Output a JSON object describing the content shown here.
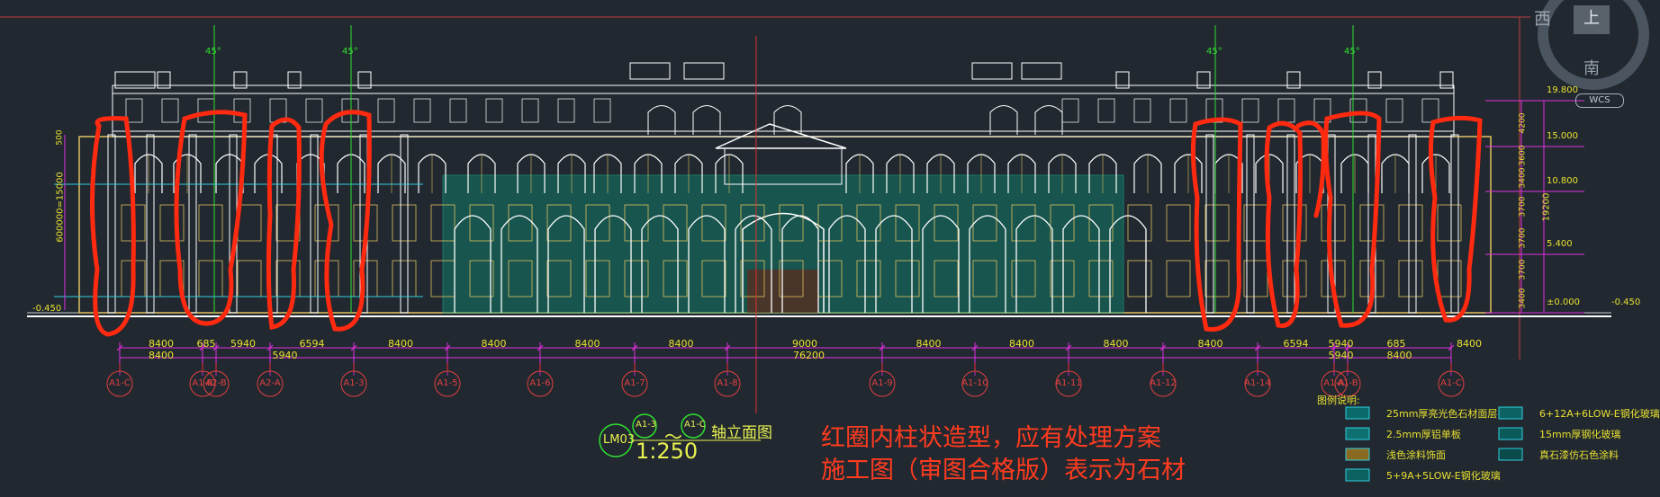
{
  "viewcube": {
    "west": "西",
    "top": "上",
    "south": "南",
    "wcs": "WCS"
  },
  "drawing_title": {
    "ref": "LM03",
    "from_axis": "A1-3",
    "tilde": "～",
    "to_axis": "A1-C",
    "suffix": "轴立面图",
    "scale": "1:250"
  },
  "annotation": {
    "line1": "红圈内柱状造型，应有处理方案",
    "line2": "施工图（审图合格版）表示为石材"
  },
  "angle_marks": [
    "45°",
    "45°",
    "45°",
    "45°"
  ],
  "dimensions_row1": [
    "8400",
    "685",
    "5940",
    "6594",
    "8400",
    "8400",
    "8400",
    "8400",
    "9000",
    "8400",
    "8400",
    "8400",
    "8400",
    "6594",
    "5940",
    "685",
    "8400"
  ],
  "dimensions_row2": [
    "8400",
    "5940",
    "76200",
    "5940",
    "8400"
  ],
  "axis_labels": [
    "A1-C",
    "A1-B",
    "A2-B",
    "A2-A",
    "A1-3",
    "A1-5",
    "A1-6",
    "A1-7",
    "A1-8",
    "A1-9",
    "A1-10",
    "A1-11",
    "A1-12",
    "A1-14",
    "A1-A",
    "A1-B",
    "A1-C"
  ],
  "elevation_right": [
    "19.800",
    "15.000",
    "10.800",
    "5.400",
    "±0.000",
    "-0.450"
  ],
  "elevation_left": [
    "-0.450"
  ],
  "vertical_dims_right": [
    "4200",
    "3600",
    "3400",
    "3700",
    "3700",
    "3700",
    "3400",
    "19200"
  ],
  "left_vertical_dim": "600000=15000",
  "left_top_dim": "500",
  "legend": {
    "title": "图例说明:",
    "items": [
      {
        "label": "25mm厚亮光色石材面层",
        "swatch": "#0a6a6a"
      },
      {
        "label": "2.5mm厚铝单板",
        "swatch": "#0e7070"
      },
      {
        "label": "浅色涂料饰面",
        "swatch": "#8a6a20"
      },
      {
        "label": "5+9A+5LOW-E钢化玻璃",
        "swatch": "#0c6060"
      },
      {
        "label": "6+12A+6LOW-E钢化玻璃",
        "swatch": "#0c6262"
      },
      {
        "label": "15mm厚钢化玻璃",
        "swatch": "#0a5a5a"
      },
      {
        "label": "真石漆仿石色涂料",
        "swatch": "#0a4a4a"
      }
    ]
  },
  "colors": {
    "background": "#212830",
    "facade_outline": "#ffffff",
    "gold": "#e0c060",
    "teal": "#0f9a80",
    "red_mark": "#ff2a10",
    "magenta": "#e030e0",
    "cyan": "#30d0e0",
    "green_axis": "#30e030",
    "yellow_text": "#e8e030"
  }
}
